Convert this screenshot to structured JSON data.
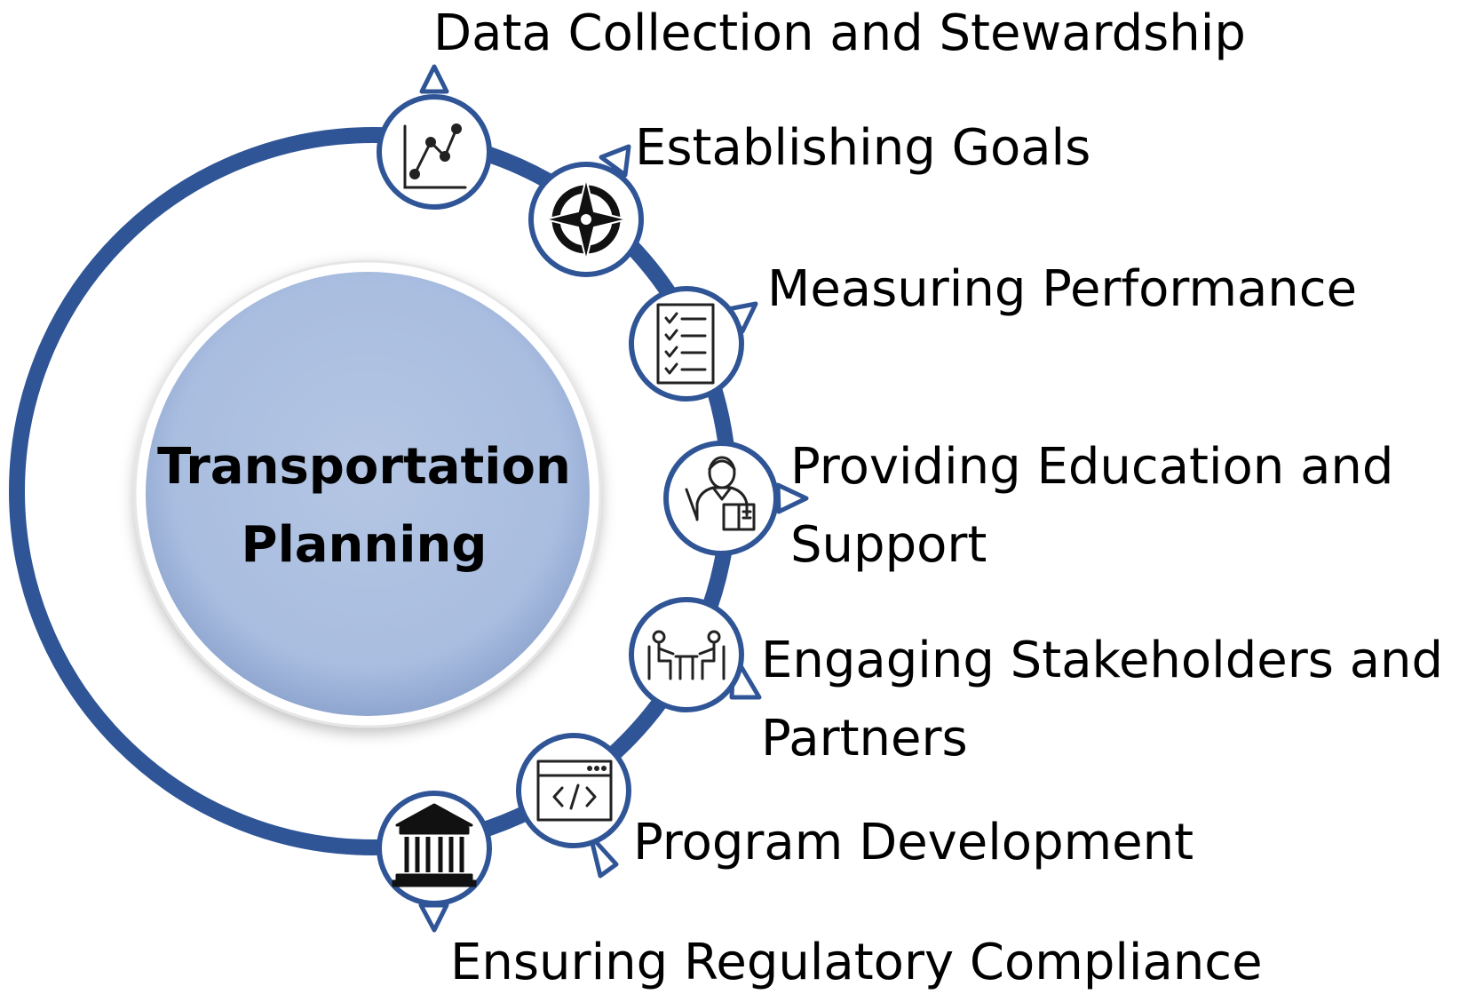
{
  "center": {
    "title_line1": "Transportation",
    "title_line2": "Planning"
  },
  "steps": [
    {
      "icon": "line-chart-icon",
      "label": "Data Collection and Stewardship"
    },
    {
      "icon": "compass-icon",
      "label": "Establishing Goals"
    },
    {
      "icon": "checklist-icon",
      "label": "Measuring Performance"
    },
    {
      "icon": "teacher-icon",
      "label_line1": "Providing Education and",
      "label_line2": "Support"
    },
    {
      "icon": "meeting-icon",
      "label_line1": "Engaging Stakeholders and",
      "label_line2": "Partners"
    },
    {
      "icon": "code-window-icon",
      "label": "Program Development"
    },
    {
      "icon": "government-building-icon",
      "label": "Ensuring Regulatory Compliance"
    }
  ],
  "colors": {
    "ring": "#2f5597",
    "center_fill": "#adc0df",
    "icon_circle_stroke": "#2f5597",
    "text": "#000000"
  }
}
